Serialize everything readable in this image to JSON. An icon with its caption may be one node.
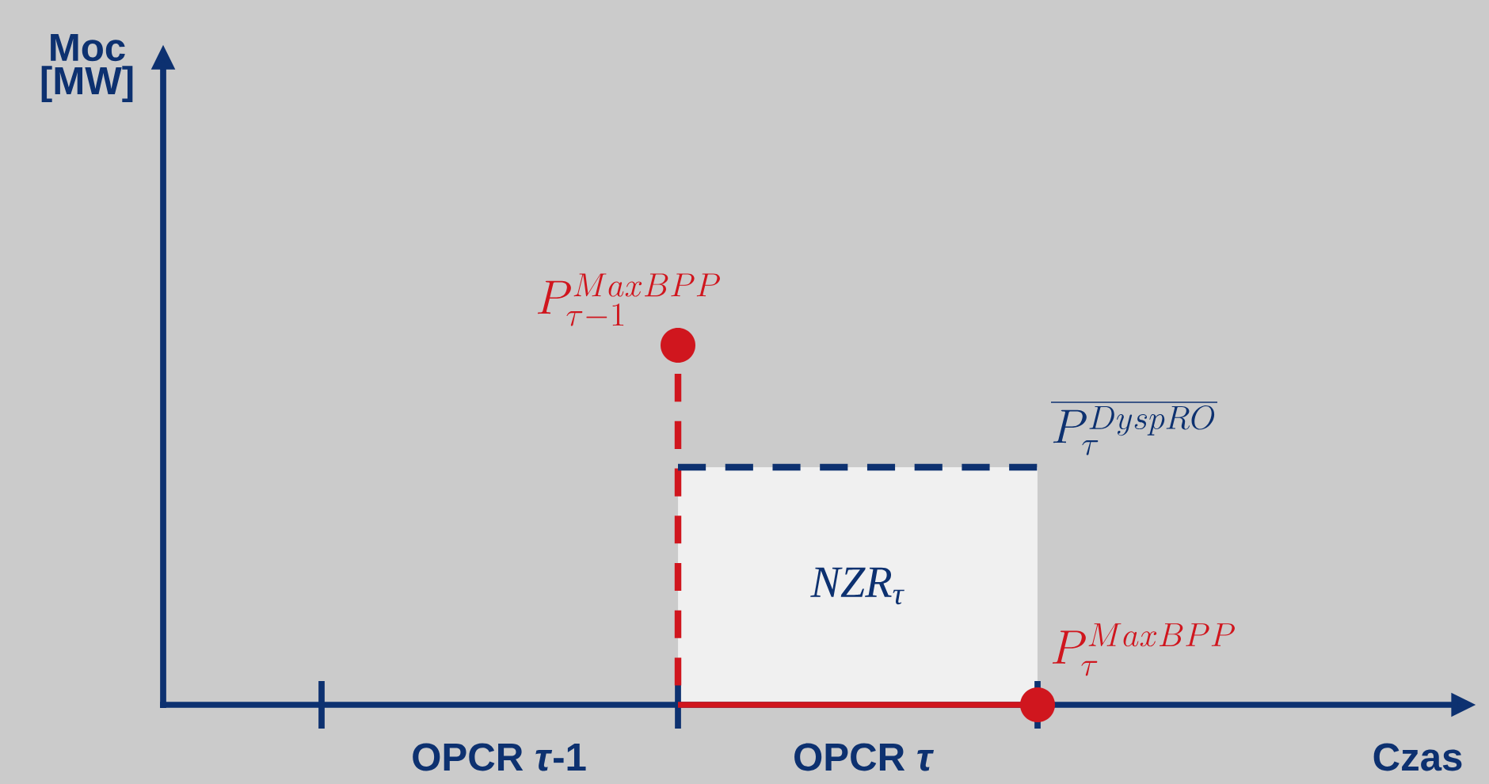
{
  "diagram": {
    "nodes": [
      {
        "text": [
          "NZR$_{τ}$"
        ]
      }
    ],
    "labels": [
      "Moc [MW]",
      "P^{MaxBPP}_{\\tau-1}",
      "\\overline{P_{\\tau}^{DyspRO}}",
      "P_{\\tau}^{MaxBPP}",
      "OPCR *τ*-1",
      "OPCR *τ*",
      "Czas"
    ]
  }
}
